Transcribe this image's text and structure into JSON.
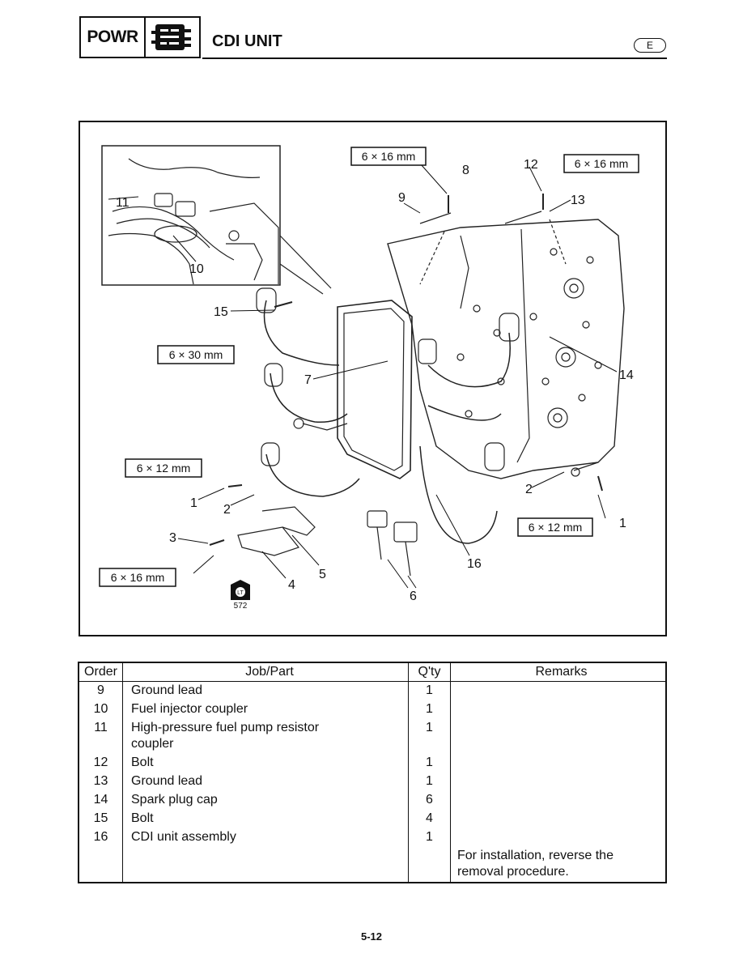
{
  "header": {
    "section": "POWR",
    "title": "CDI UNIT",
    "language": "E"
  },
  "figure": {
    "specs": {
      "s1": "6 × 16 mm",
      "s2": "6 × 16 mm",
      "s3": "6 × 30 mm",
      "s4": "6 × 12 mm",
      "s5": "6 × 12 mm",
      "s6": "6 × 16 mm"
    },
    "callouts": {
      "c1a": "1",
      "c1b": "1",
      "c2a": "2",
      "c2b": "2",
      "c3": "3",
      "c4": "4",
      "c5": "5",
      "c6": "6",
      "c7": "7",
      "c8": "8",
      "c9": "9",
      "c10": "10",
      "c11": "11",
      "c12": "12",
      "c13": "13",
      "c14": "14",
      "c15": "15",
      "c16": "16"
    },
    "sealant_code": "572",
    "sealant_badge": "LT"
  },
  "table": {
    "headers": {
      "order": "Order",
      "part": "Job/Part",
      "qty": "Q'ty",
      "remarks": "Remarks"
    },
    "rows": [
      {
        "order": "9",
        "part": "Ground lead",
        "qty": "1"
      },
      {
        "order": "10",
        "part": "Fuel injector coupler",
        "qty": "1"
      },
      {
        "order": "11",
        "part": "High-pressure fuel pump resistor coupler",
        "qty": "1"
      },
      {
        "order": "12",
        "part": "Bolt",
        "qty": "1"
      },
      {
        "order": "13",
        "part": "Ground lead",
        "qty": "1"
      },
      {
        "order": "14",
        "part": "Spark plug cap",
        "qty": "6"
      },
      {
        "order": "15",
        "part": "Bolt",
        "qty": "4"
      },
      {
        "order": "16",
        "part": "CDI unit assembly",
        "qty": "1"
      }
    ],
    "final_remark": "For installation, reverse the removal procedure."
  },
  "footer": {
    "page_number": "5-12"
  }
}
